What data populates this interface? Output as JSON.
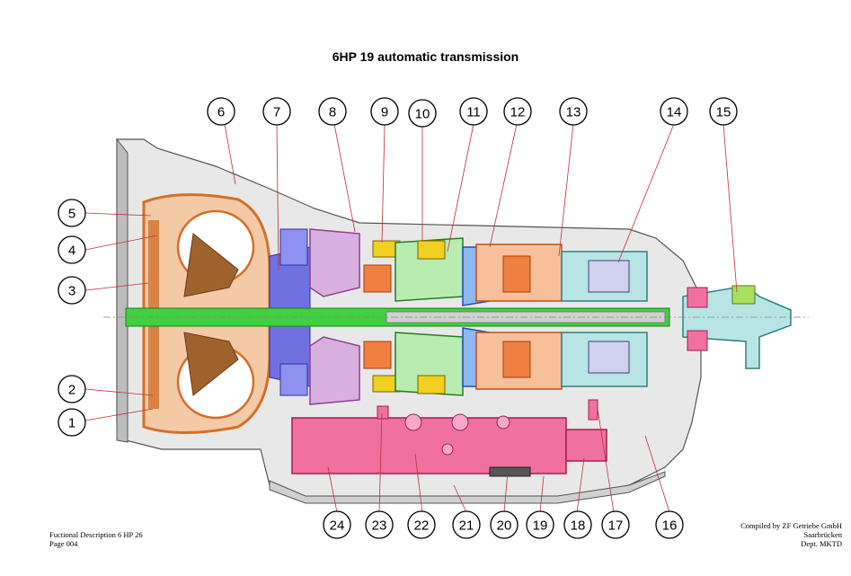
{
  "title": "6HP 19 automatic transmission",
  "footer_left": [
    "Fuctional Description 6 HP 26",
    "Page 004"
  ],
  "footer_right": [
    "Compiled by ZF Getriebe GmbH",
    "Saarbrücken",
    "Dept. MKTD"
  ],
  "callouts": [
    "1",
    "2",
    "3",
    "4",
    "5",
    "6",
    "7",
    "8",
    "9",
    "10",
    "11",
    "12",
    "13",
    "14",
    "15",
    "16",
    "17",
    "18",
    "19",
    "20",
    "21",
    "22",
    "23",
    "24"
  ],
  "colors": {
    "torque_converter": "#d2702a",
    "turbine": "#a0622d",
    "housing_grey": "#9a9a9a",
    "oil_pump_blue": "#7070e0",
    "clutch_purple": "#b070c0",
    "shaft_green": "#40d040",
    "planetary_orange": "#f08040",
    "clutch_cyan": "#60c0c0",
    "valve_body_pink": "#f070a0",
    "leader_red": "#c0303a"
  }
}
